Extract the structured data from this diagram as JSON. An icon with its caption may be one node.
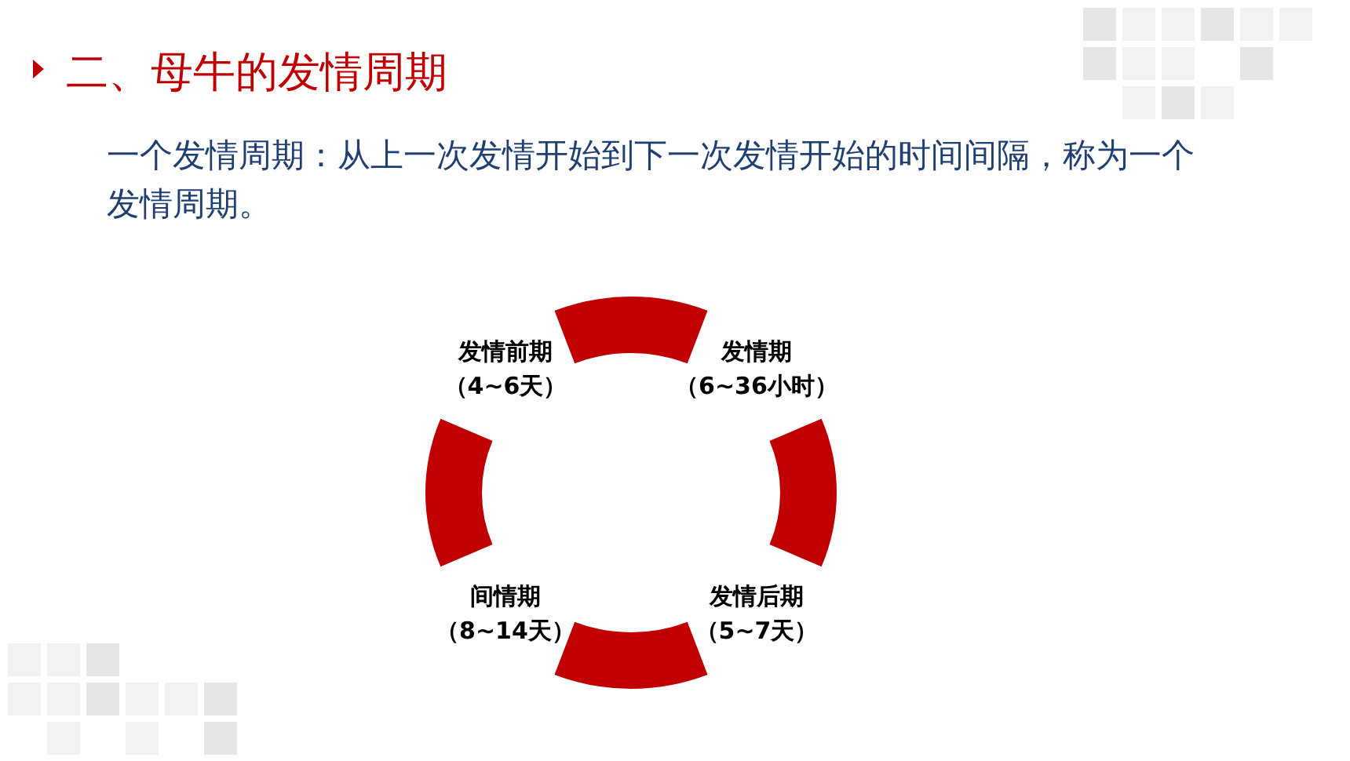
{
  "diagram": {
    "title": "二、母牛的发情周期",
    "nodes": [
      {
        "text": [
          "发情前期",
          "（4~6天）"
        ]
      },
      {
        "text": [
          "发情期",
          "（6~36小时）"
        ]
      },
      {
        "text": [
          "间情期",
          "（8~14天）"
        ]
      },
      {
        "text": [
          "发情后期",
          "（5~7天）"
        ]
      }
    ],
    "edges": [
      {
        "from": 0,
        "to": 1,
        "arrow": "none"
      },
      {
        "from": 1,
        "to": 3,
        "arrow": "none"
      },
      {
        "from": 3,
        "to": 2,
        "arrow": "none"
      },
      {
        "from": 2,
        "to": 0,
        "arrow": "none"
      }
    ],
    "labels": [
      "一个发情周期：从上一次发情开始到下一次发情开始的时间间隔，称为一个发情周期。"
    ]
  }
}
